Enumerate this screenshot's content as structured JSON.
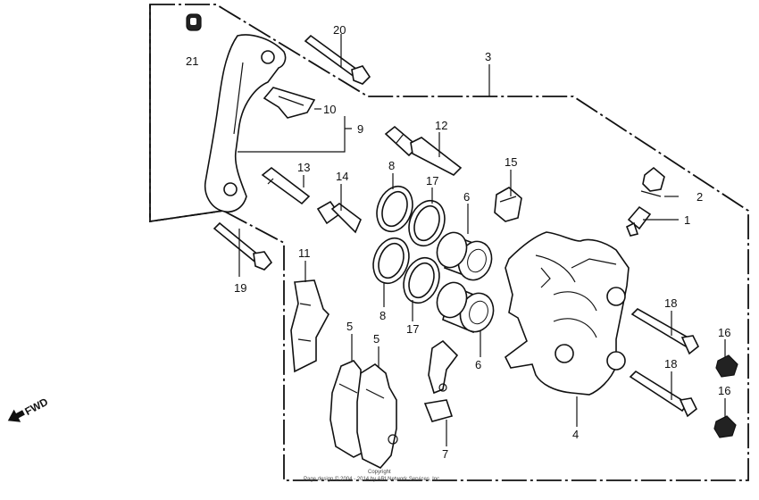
{
  "labels": {
    "p1": "1",
    "p2": "2",
    "p3": "3",
    "p4": "4",
    "p5a": "5",
    "p5b": "5",
    "p6a": "6",
    "p6b": "6",
    "p7": "7",
    "p8a": "8",
    "p8b": "8",
    "p9": "9",
    "p10": "10",
    "p11": "11",
    "p12": "12",
    "p13": "13",
    "p14": "14",
    "p15": "15",
    "p16a": "16",
    "p16b": "16",
    "p17a": "17",
    "p17b": "17",
    "p18a": "18",
    "p18b": "18",
    "p19": "19",
    "p20": "20",
    "p21": "21"
  },
  "direction_label": "FWD",
  "copyright": {
    "line1": "Copyright",
    "line2": "Page design © 2004 - 2014 by ARI Network Services, Inc."
  }
}
